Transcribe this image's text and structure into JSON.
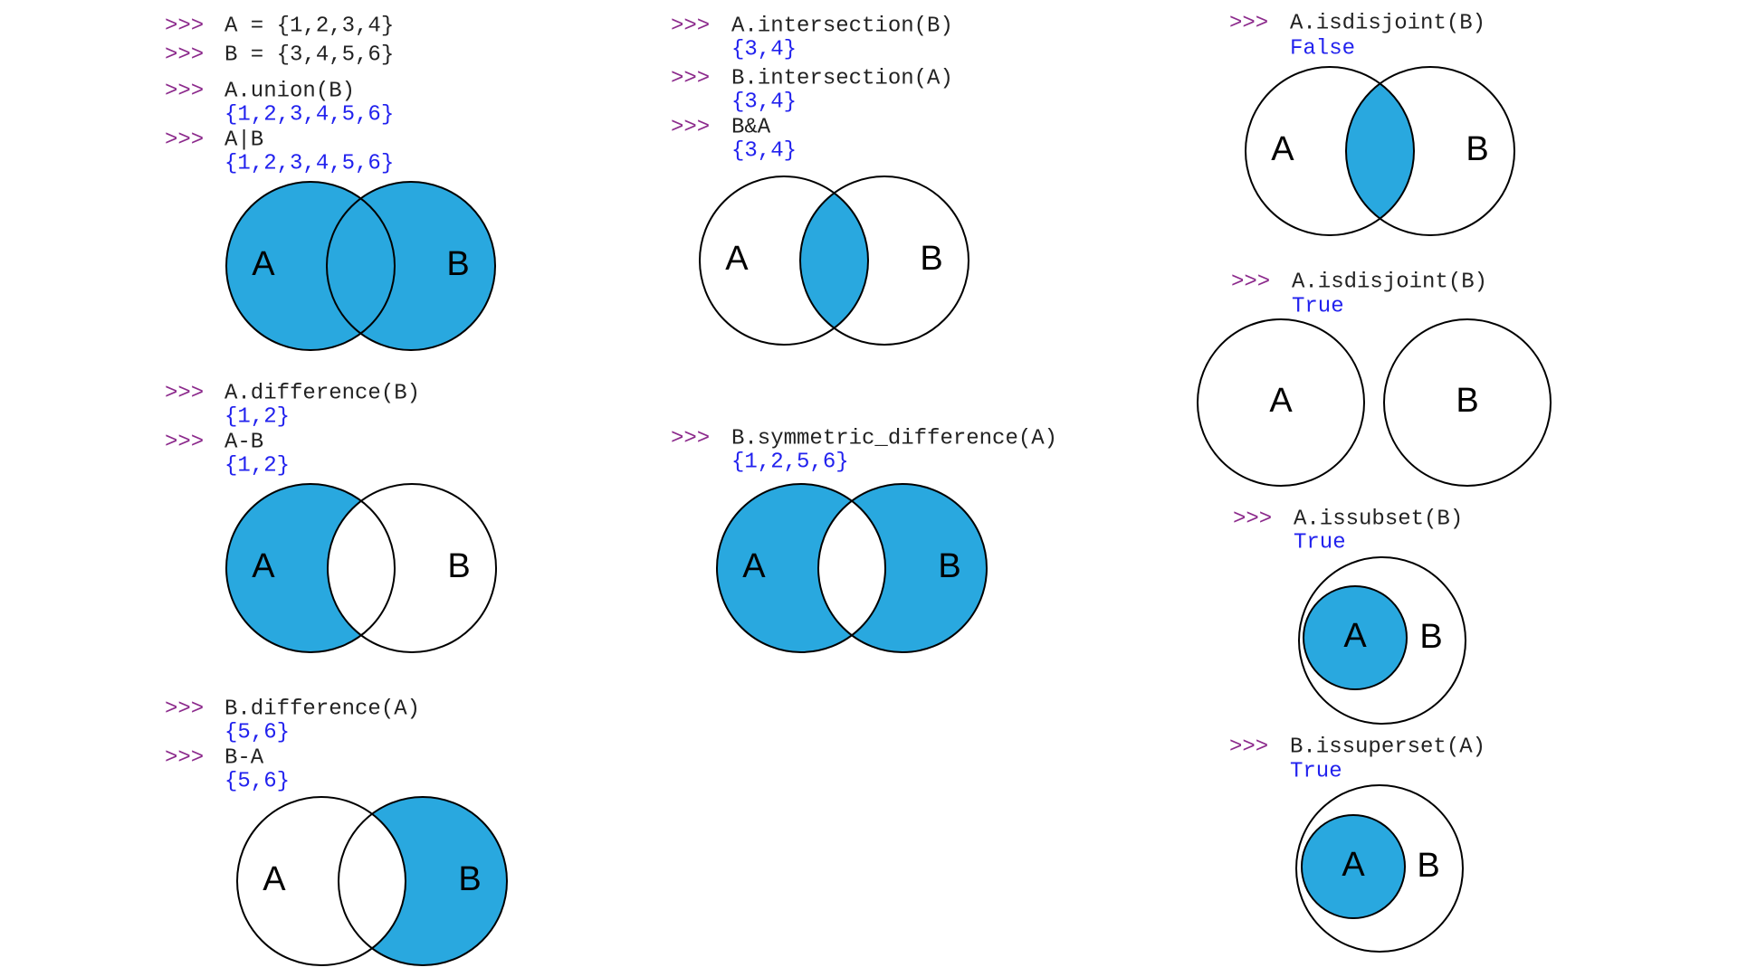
{
  "colors": {
    "prompt": "#8c2a8c",
    "code": "#222222",
    "output": "#2222ee",
    "fill": "#29a8df",
    "stroke": "#000000",
    "background": "#ffffff"
  },
  "prompt_symbol": ">>>",
  "panels": [
    {
      "id": "union",
      "lines": [
        {
          "kind": "code",
          "text": "A = {1,2,3,4}"
        },
        {
          "kind": "code",
          "text": "B = {3,4,5,6}"
        },
        {
          "kind": "code",
          "text": "A.union(B)"
        },
        {
          "kind": "output",
          "text": "{1,2,3,4,5,6}"
        },
        {
          "kind": "code",
          "text": "A|B"
        },
        {
          "kind": "output",
          "text": "{1,2,3,4,5,6}"
        }
      ],
      "diagram": {
        "type": "overlap",
        "shade": "union",
        "labels": [
          "A",
          "B"
        ]
      }
    },
    {
      "id": "difference-ab",
      "lines": [
        {
          "kind": "code",
          "text": "A.difference(B)"
        },
        {
          "kind": "output",
          "text": "{1,2}"
        },
        {
          "kind": "code",
          "text": "A-B"
        },
        {
          "kind": "output",
          "text": "{1,2}"
        }
      ],
      "diagram": {
        "type": "overlap",
        "shade": "a_only",
        "labels": [
          "A",
          "B"
        ]
      }
    },
    {
      "id": "difference-ba",
      "lines": [
        {
          "kind": "code",
          "text": "B.difference(A)"
        },
        {
          "kind": "output",
          "text": "{5,6}"
        },
        {
          "kind": "code",
          "text": "B-A"
        },
        {
          "kind": "output",
          "text": "{5,6}"
        }
      ],
      "diagram": {
        "type": "overlap",
        "shade": "b_only",
        "labels": [
          "A",
          "B"
        ]
      }
    },
    {
      "id": "intersection",
      "lines": [
        {
          "kind": "code",
          "text": "A.intersection(B)"
        },
        {
          "kind": "output",
          "text": "{3,4}"
        },
        {
          "kind": "code",
          "text": "B.intersection(A)"
        },
        {
          "kind": "output",
          "text": "{3,4}"
        },
        {
          "kind": "code",
          "text": "B&A"
        },
        {
          "kind": "output",
          "text": "{3,4}"
        }
      ],
      "diagram": {
        "type": "overlap",
        "shade": "intersection",
        "labels": [
          "A",
          "B"
        ]
      }
    },
    {
      "id": "symmetric-difference",
      "lines": [
        {
          "kind": "code",
          "text": "B.symmetric_difference(A)"
        },
        {
          "kind": "output",
          "text": "{1,2,5,6}"
        }
      ],
      "diagram": {
        "type": "overlap",
        "shade": "symmetric",
        "labels": [
          "A",
          "B"
        ]
      }
    },
    {
      "id": "isdisjoint-false",
      "lines": [
        {
          "kind": "code",
          "text": "A.isdisjoint(B)"
        },
        {
          "kind": "output",
          "text": "False"
        }
      ],
      "diagram": {
        "type": "overlap",
        "shade": "intersection",
        "labels": [
          "A",
          "B"
        ]
      }
    },
    {
      "id": "isdisjoint-true",
      "lines": [
        {
          "kind": "code",
          "text": "A.isdisjoint(B)"
        },
        {
          "kind": "output",
          "text": "True"
        }
      ],
      "diagram": {
        "type": "separate",
        "shade": "none",
        "labels": [
          "A",
          "B"
        ]
      }
    },
    {
      "id": "issubset",
      "lines": [
        {
          "kind": "code",
          "text": "A.issubset(B)"
        },
        {
          "kind": "output",
          "text": "True"
        }
      ],
      "diagram": {
        "type": "nested",
        "shade": "inner",
        "labels": [
          "A",
          "B"
        ]
      }
    },
    {
      "id": "issuperset",
      "lines": [
        {
          "kind": "code",
          "text": "B.issuperset(A)"
        },
        {
          "kind": "output",
          "text": "True"
        }
      ],
      "diagram": {
        "type": "nested",
        "shade": "inner",
        "labels": [
          "A",
          "B"
        ]
      }
    }
  ]
}
